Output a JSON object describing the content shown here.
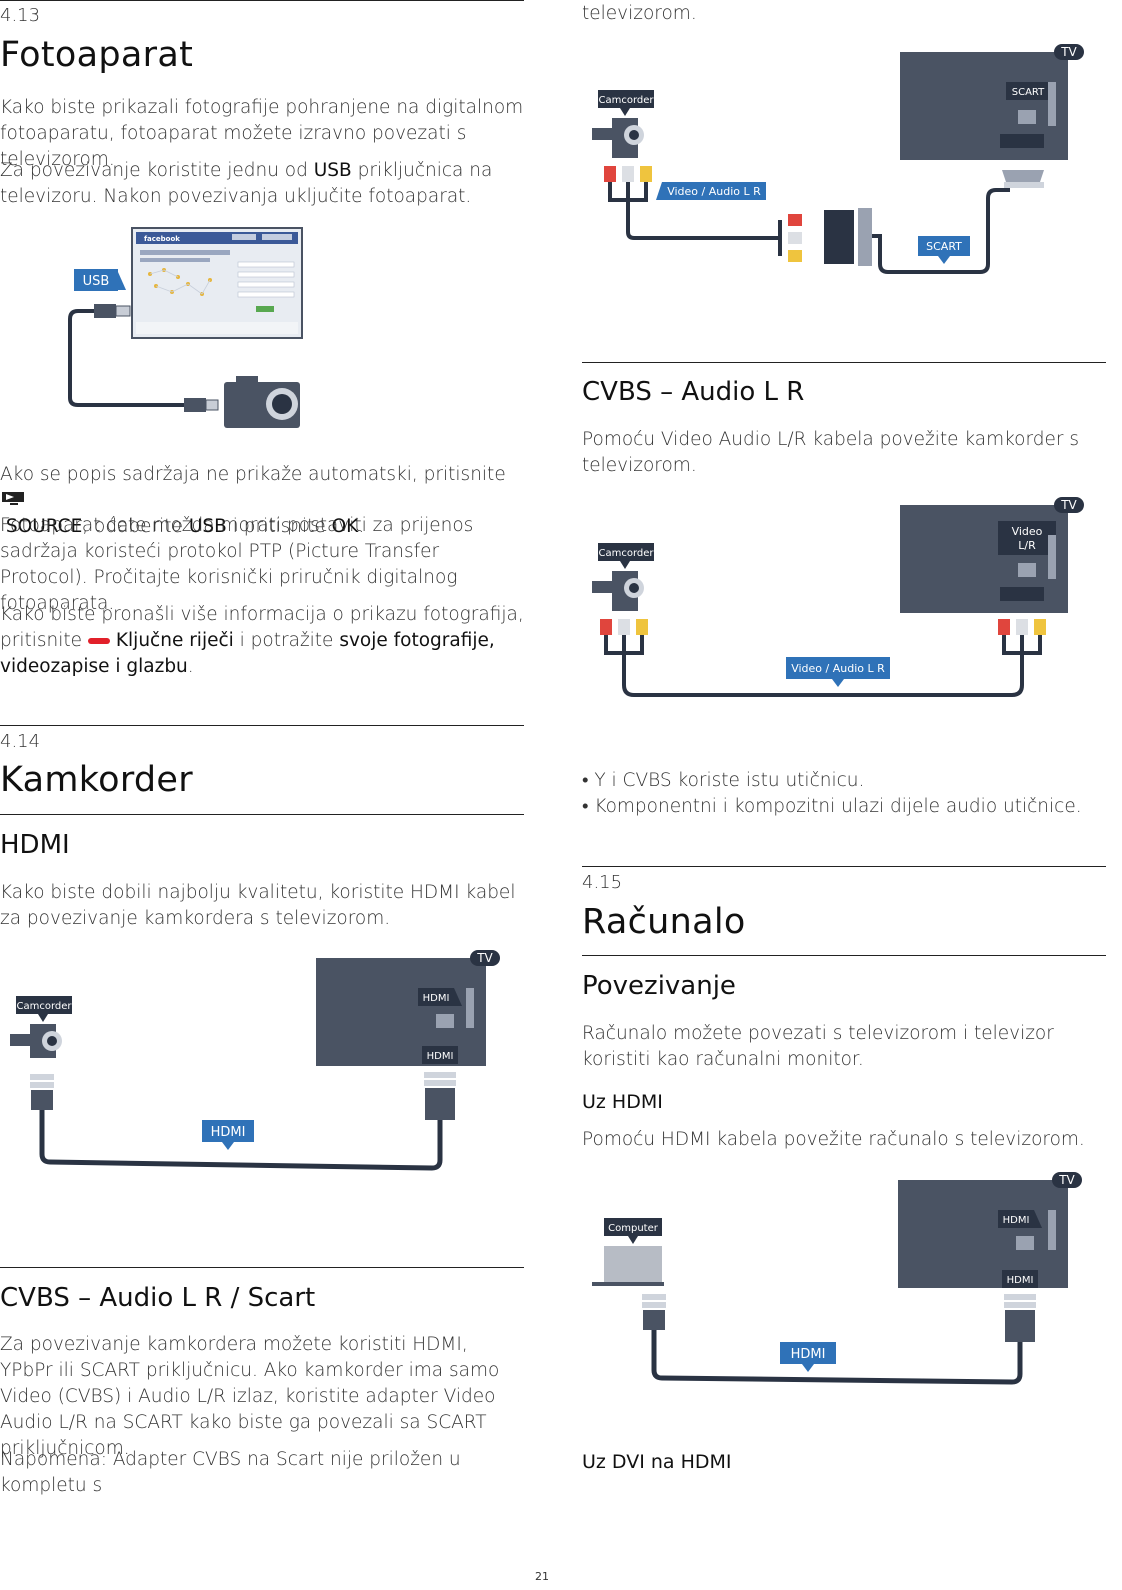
{
  "page_number": "21",
  "s413": {
    "num": "4.13",
    "title": "Fotoaparat",
    "p1": "Kako biste prikazali fotografije pohranjene na digitalnom fotoaparatu, fotoaparat možete izravno povezati s televizorom.",
    "p2a": "Za povezivanje koristite jednu od ",
    "p2b": "USB",
    "p2c": " priključnica na televizoru. Nakon povezivanja uključite fotoaparat.",
    "diagram": {
      "usb_label": "USB",
      "fb_brand": "facebook"
    },
    "p3a": "Ako se popis sadržaja ne prikaže automatski, pritisnite ",
    "p3b": "SOURCE",
    "p3c": ", odaberite ",
    "p3d": "USB",
    "p3e": " i pritisnite ",
    "p3f": "OK",
    "p3g": ".",
    "p4": "Fotoaparat ćete možda morati postaviti za prijenos sadržaja koristeći protokol PTP (Picture Transfer Protocol). Pročitajte korisnički priručnik digitalnog fotoaparata.",
    "p5a": "Kako biste pronašli više informacija o prikazu fotografija, pritisnite ",
    "p5b": "Ključne riječi",
    "p5c": " i potražite ",
    "p5d": "svoje fotografije, videozapise i glazbu",
    "p5e": "."
  },
  "s414": {
    "num": "4.14",
    "title": "Kamkorder",
    "hdmi": {
      "heading": "HDMI",
      "p1": "Kako biste dobili najbolju kvalitetu, koristite HDMI kabel za povezivanje kamkordera s televizorom.",
      "diagram": {
        "tv": "TV",
        "device": "Camcorder",
        "port_top": "HDMI",
        "port_bottom": "HDMI",
        "cable": "HDMI"
      }
    },
    "scart": {
      "heading": "CVBS – Audio L R / Scart",
      "p1": "Za povezivanje kamkordera možete koristiti HDMI, YPbPr ili SCART priključnicu. Ako kamkorder ima samo Video (CVBS) i Audio L/R izlaz, koristite adapter Video Audio L/R na SCART kako biste ga povezali sa SCART priključnicom.",
      "p2": "Napomena: Adapter CVBS na Scart nije priložen u kompletu s",
      "p2_cont": "televizorom.",
      "diagram": {
        "tv": "TV",
        "device": "Camcorder",
        "port": "SCART",
        "cable": "Video / Audio L R",
        "adapter": "SCART"
      }
    },
    "cvbs": {
      "heading": "CVBS – Audio L R",
      "p1": "Pomoću Video Audio L/R kabela povežite kamkorder s televizorom.",
      "diagram": {
        "tv": "TV",
        "device": "Camcorder",
        "port_line1": "Video",
        "port_line2": "L/R",
        "cable": "Video / Audio L R"
      },
      "bullets": [
        "Y i CVBS koriste istu utičnicu.",
        "Komponentni i kompozitni ulazi dijele audio utičnice."
      ]
    }
  },
  "s415": {
    "num": "4.15",
    "title": "Računalo",
    "heading": "Povezivanje",
    "p1": "Računalo možete povezati s televizorom i televizor koristiti kao računalni monitor.",
    "sub1": "Uz HDMI",
    "p2": "Pomoću HDMI kabela povežite računalo s televizorom.",
    "diagram": {
      "tv": "TV",
      "device": "Computer",
      "port_top": "HDMI",
      "port_bottom": "HDMI",
      "cable": "HDMI"
    },
    "sub2": "Uz DVI na HDMI"
  }
}
